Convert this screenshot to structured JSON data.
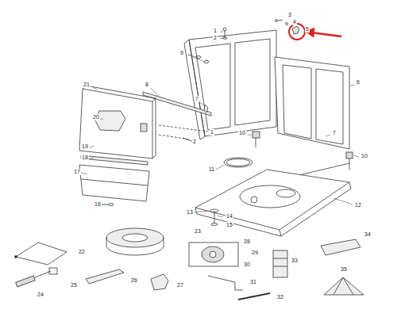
{
  "diagram": {
    "labels": [
      "1",
      "2",
      "3",
      "4",
      "5",
      "9",
      "21",
      "8",
      "6",
      "7",
      "20",
      "19",
      "1",
      "2",
      "10",
      "7",
      "10",
      "11",
      "18",
      "17",
      "12",
      "16",
      "13",
      "14",
      "15",
      "22",
      "23",
      "28",
      "29",
      "30",
      "33",
      "34",
      "35",
      "24",
      "25",
      "26",
      "27",
      "31",
      "32"
    ]
  }
}
